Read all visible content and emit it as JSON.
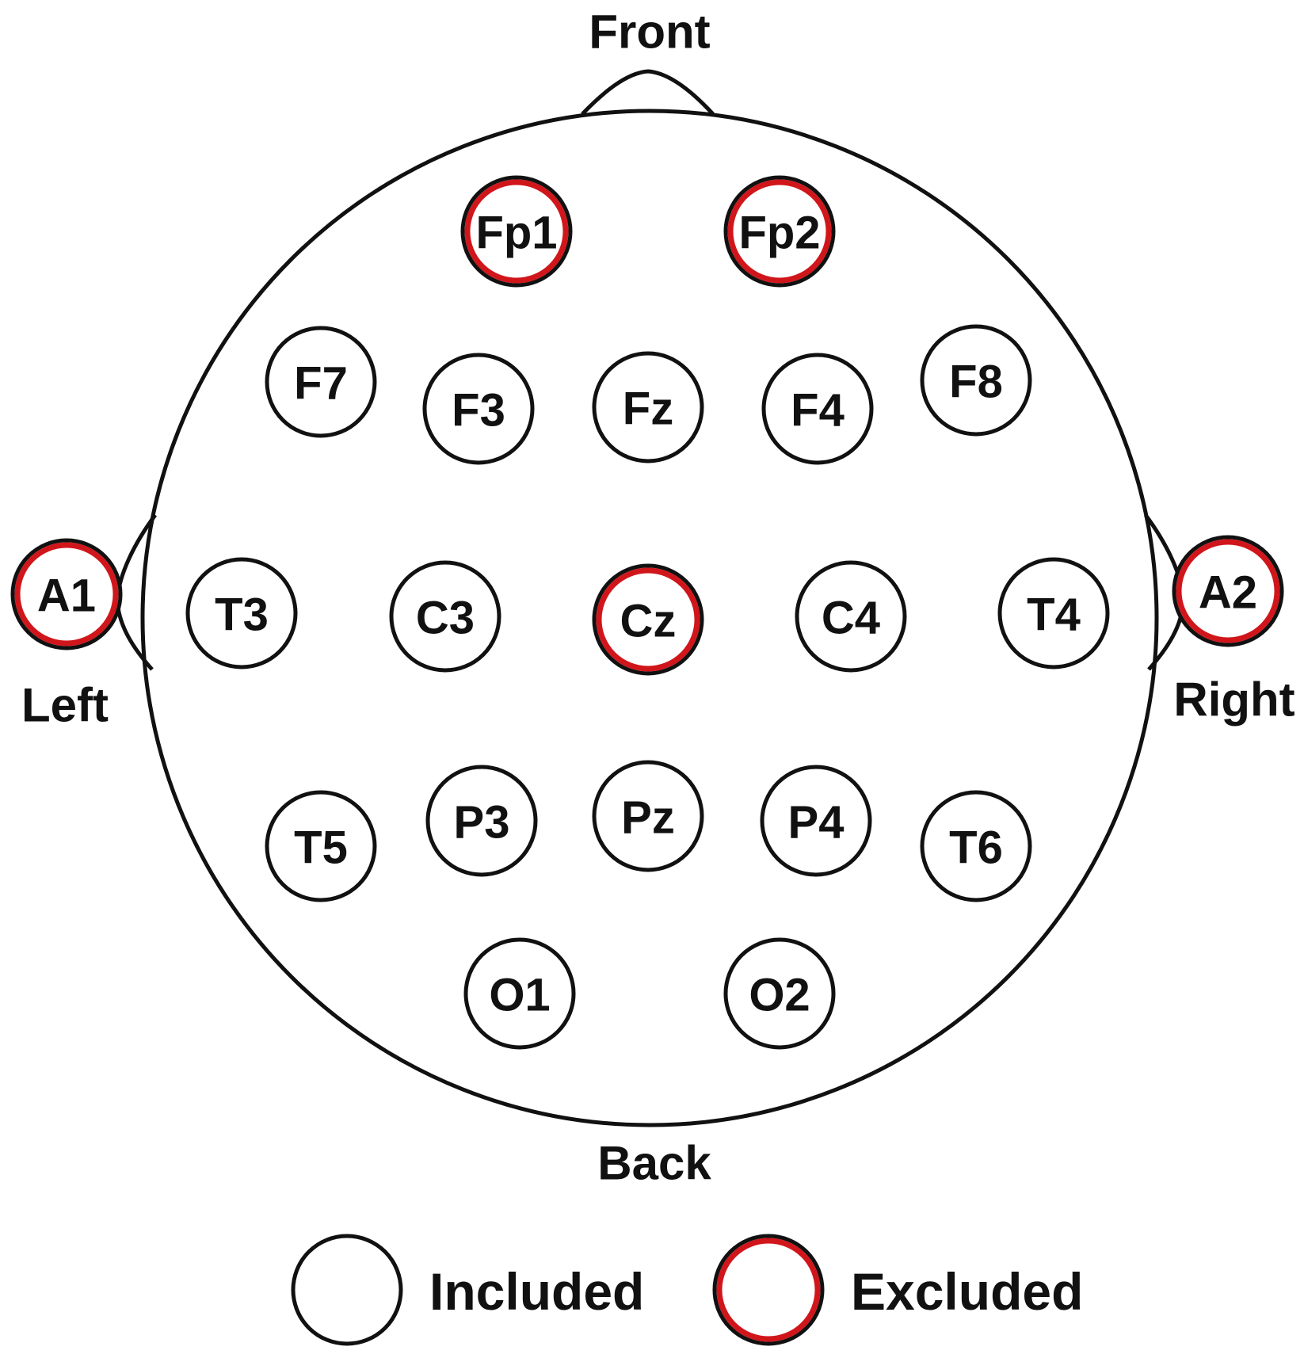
{
  "colors": {
    "stroke": "#111111",
    "excluded_ring": "#d0161b",
    "background": "#ffffff"
  },
  "directions": {
    "front": "Front",
    "back": "Back",
    "left": "Left",
    "right": "Right"
  },
  "electrodes": [
    {
      "label": "Fp1",
      "status": "excluded"
    },
    {
      "label": "Fp2",
      "status": "excluded"
    },
    {
      "label": "F7",
      "status": "included"
    },
    {
      "label": "F3",
      "status": "included"
    },
    {
      "label": "Fz",
      "status": "included"
    },
    {
      "label": "F4",
      "status": "included"
    },
    {
      "label": "F8",
      "status": "included"
    },
    {
      "label": "A1",
      "status": "excluded"
    },
    {
      "label": "T3",
      "status": "included"
    },
    {
      "label": "C3",
      "status": "included"
    },
    {
      "label": "Cz",
      "status": "excluded"
    },
    {
      "label": "C4",
      "status": "included"
    },
    {
      "label": "T4",
      "status": "included"
    },
    {
      "label": "A2",
      "status": "excluded"
    },
    {
      "label": "T5",
      "status": "included"
    },
    {
      "label": "P3",
      "status": "included"
    },
    {
      "label": "Pz",
      "status": "included"
    },
    {
      "label": "P4",
      "status": "included"
    },
    {
      "label": "T6",
      "status": "included"
    },
    {
      "label": "O1",
      "status": "included"
    },
    {
      "label": "O2",
      "status": "included"
    }
  ],
  "legend": {
    "included": "Included",
    "excluded": "Excluded"
  }
}
